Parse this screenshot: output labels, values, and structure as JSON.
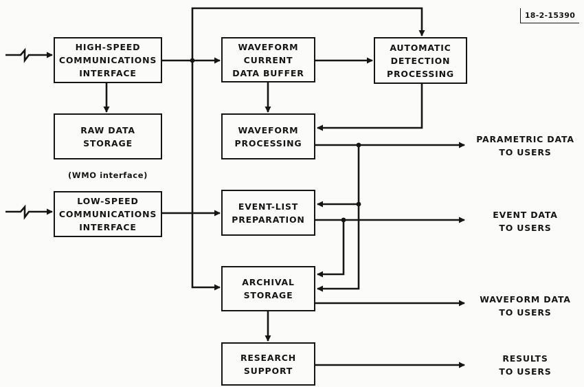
{
  "figure_id": "18-2-15390",
  "boxes": {
    "high_speed_interface": "HIGH-SPEED\nCOMMUNICATIONS\nINTERFACE",
    "raw_data_storage": "RAW DATA\nSTORAGE",
    "low_speed_interface": "LOW-SPEED\nCOMMUNICATIONS\nINTERFACE",
    "waveform_buffer": "WAVEFORM\nCURRENT\nDATA BUFFER",
    "automatic_detection": "AUTOMATIC\nDETECTION\nPROCESSING",
    "waveform_processing": "WAVEFORM\nPROCESSING",
    "event_list": "EVENT-LIST\nPREPARATION",
    "archival_storage": "ARCHIVAL\nSTORAGE",
    "research_support": "RESEARCH\nSUPPORT"
  },
  "labels": {
    "wmo_interface": "(WMO interface)"
  },
  "outputs": {
    "parametric": "PARAMETRIC DATA\nTO USERS",
    "event": "EVENT DATA\nTO USERS",
    "waveform": "WAVEFORM DATA\nTO USERS",
    "results": "RESULTS\nTO USERS"
  }
}
